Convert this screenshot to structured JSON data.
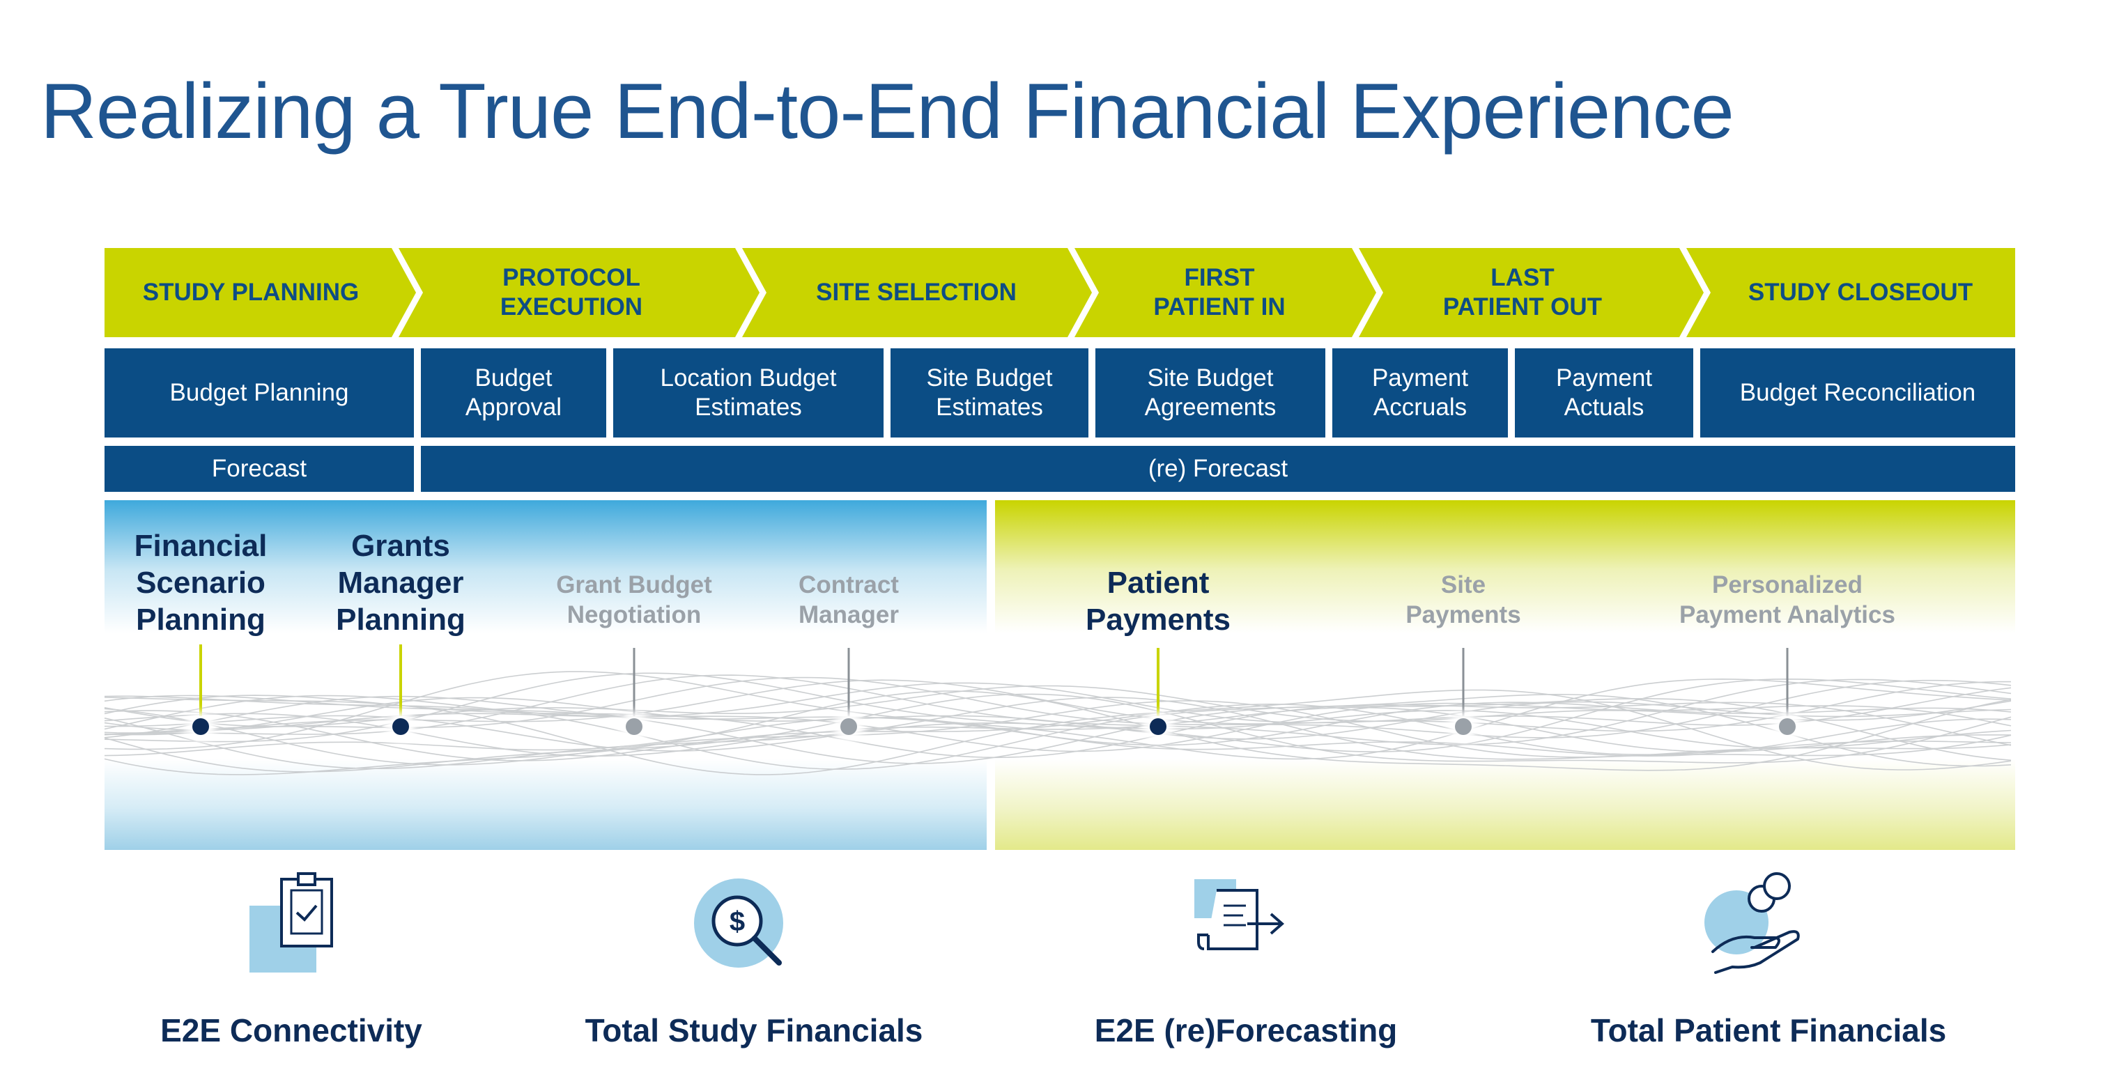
{
  "title": "Realizing a True End-to-End Financial Experience",
  "colors": {
    "navy": "#0b4d85",
    "lime": "#c9d400",
    "stage_text": "#0e4d85",
    "title": "#1f5590",
    "light_blue": "#9fd0e8",
    "dark_text": "#0d2b57",
    "gray_text": "#9aa1a8"
  },
  "stages": [
    {
      "label": "STUDY PLANNING"
    },
    {
      "label": "PROTOCOL EXECUTION"
    },
    {
      "label": "SITE SELECTION"
    },
    {
      "label": "FIRST PATIENT IN"
    },
    {
      "label": "LAST PATIENT OUT"
    },
    {
      "label": "STUDY CLOSEOUT"
    }
  ],
  "activities": [
    {
      "label": "Budget Planning"
    },
    {
      "label": "Budget Approval"
    },
    {
      "label": "Location Budget Estimates"
    },
    {
      "label": "Site Budget Estimates"
    },
    {
      "label": "Site Budget Agreements"
    },
    {
      "label": "Payment Accruals"
    },
    {
      "label": "Payment Actuals"
    },
    {
      "label": "Budget Reconciliation"
    }
  ],
  "forecast_row": [
    {
      "label": "Forecast"
    },
    {
      "label": "(re) Forecast"
    }
  ],
  "milestones": [
    {
      "label": "Financial Scenario Planning",
      "active": true
    },
    {
      "label": "Grants Manager Planning",
      "active": true
    },
    {
      "label": "Grant Budget Negotiation",
      "active": false
    },
    {
      "label": "Contract Manager",
      "active": false
    },
    {
      "label": "Patient Payments",
      "active": true
    },
    {
      "label": "Site Payments",
      "active": false
    },
    {
      "label": "Personalized Payment Analytics",
      "active": false
    }
  ],
  "benefits": [
    {
      "label": "E2E Connectivity",
      "icon": "clipboard-check-icon"
    },
    {
      "label": "Total Study Financials",
      "icon": "dollar-magnifier-icon"
    },
    {
      "label": "E2E (re)Forecasting",
      "icon": "document-forward-icon"
    },
    {
      "label": "Total Patient Financials",
      "icon": "hand-coins-icon"
    }
  ]
}
